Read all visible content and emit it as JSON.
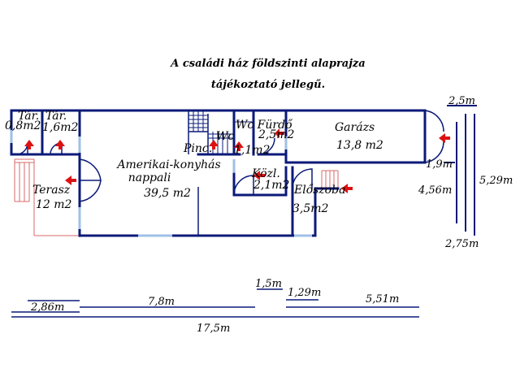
{
  "title": {
    "line1": "A családi ház földszinti alaprajza",
    "line2": "tájékoztató jellegű."
  },
  "rooms": {
    "tar1_name": "Tár.",
    "tar1_area": "0,8m2",
    "tar2_name": "Tár.",
    "tar2_area": "1,6m2",
    "terasz_name": "Terasz",
    "terasz_area": "12 m2",
    "living_name_1": "Amerikai-konyhás",
    "living_name_2": "nappali",
    "living_area": "39,5 m2",
    "pinc": "Pinc.",
    "wc_small": "Wc",
    "wc_area": "1,1m2",
    "wc_furdo": "Wc Fürdő",
    "furdo_area": "2,5m2",
    "kozl_name": "Közl.",
    "kozl_area": "2,1m2",
    "eloszoba_name": "Előszoba",
    "eloszoba_area": "3,5m2",
    "garazs_name": "Garázs",
    "garazs_area": "13,8 m2"
  },
  "dimensions": {
    "d_2_5": "2,5m",
    "d_1_9": "1,9m",
    "d_4_56": "4,56m",
    "d_5_29": "5,29m",
    "d_2_75": "2,75m",
    "d_1_5": "1,5m",
    "d_1_29": "1,29m",
    "d_2_86": "2,86m",
    "d_7_8": "7,8m",
    "d_5_51": "5,51m",
    "d_17_5": "17,5m"
  },
  "colors": {
    "wall": "#0b1a78",
    "window": "#9fc0e6",
    "arrow": "#dd1111",
    "terrace": "#d86a6a",
    "text": "#000000"
  }
}
